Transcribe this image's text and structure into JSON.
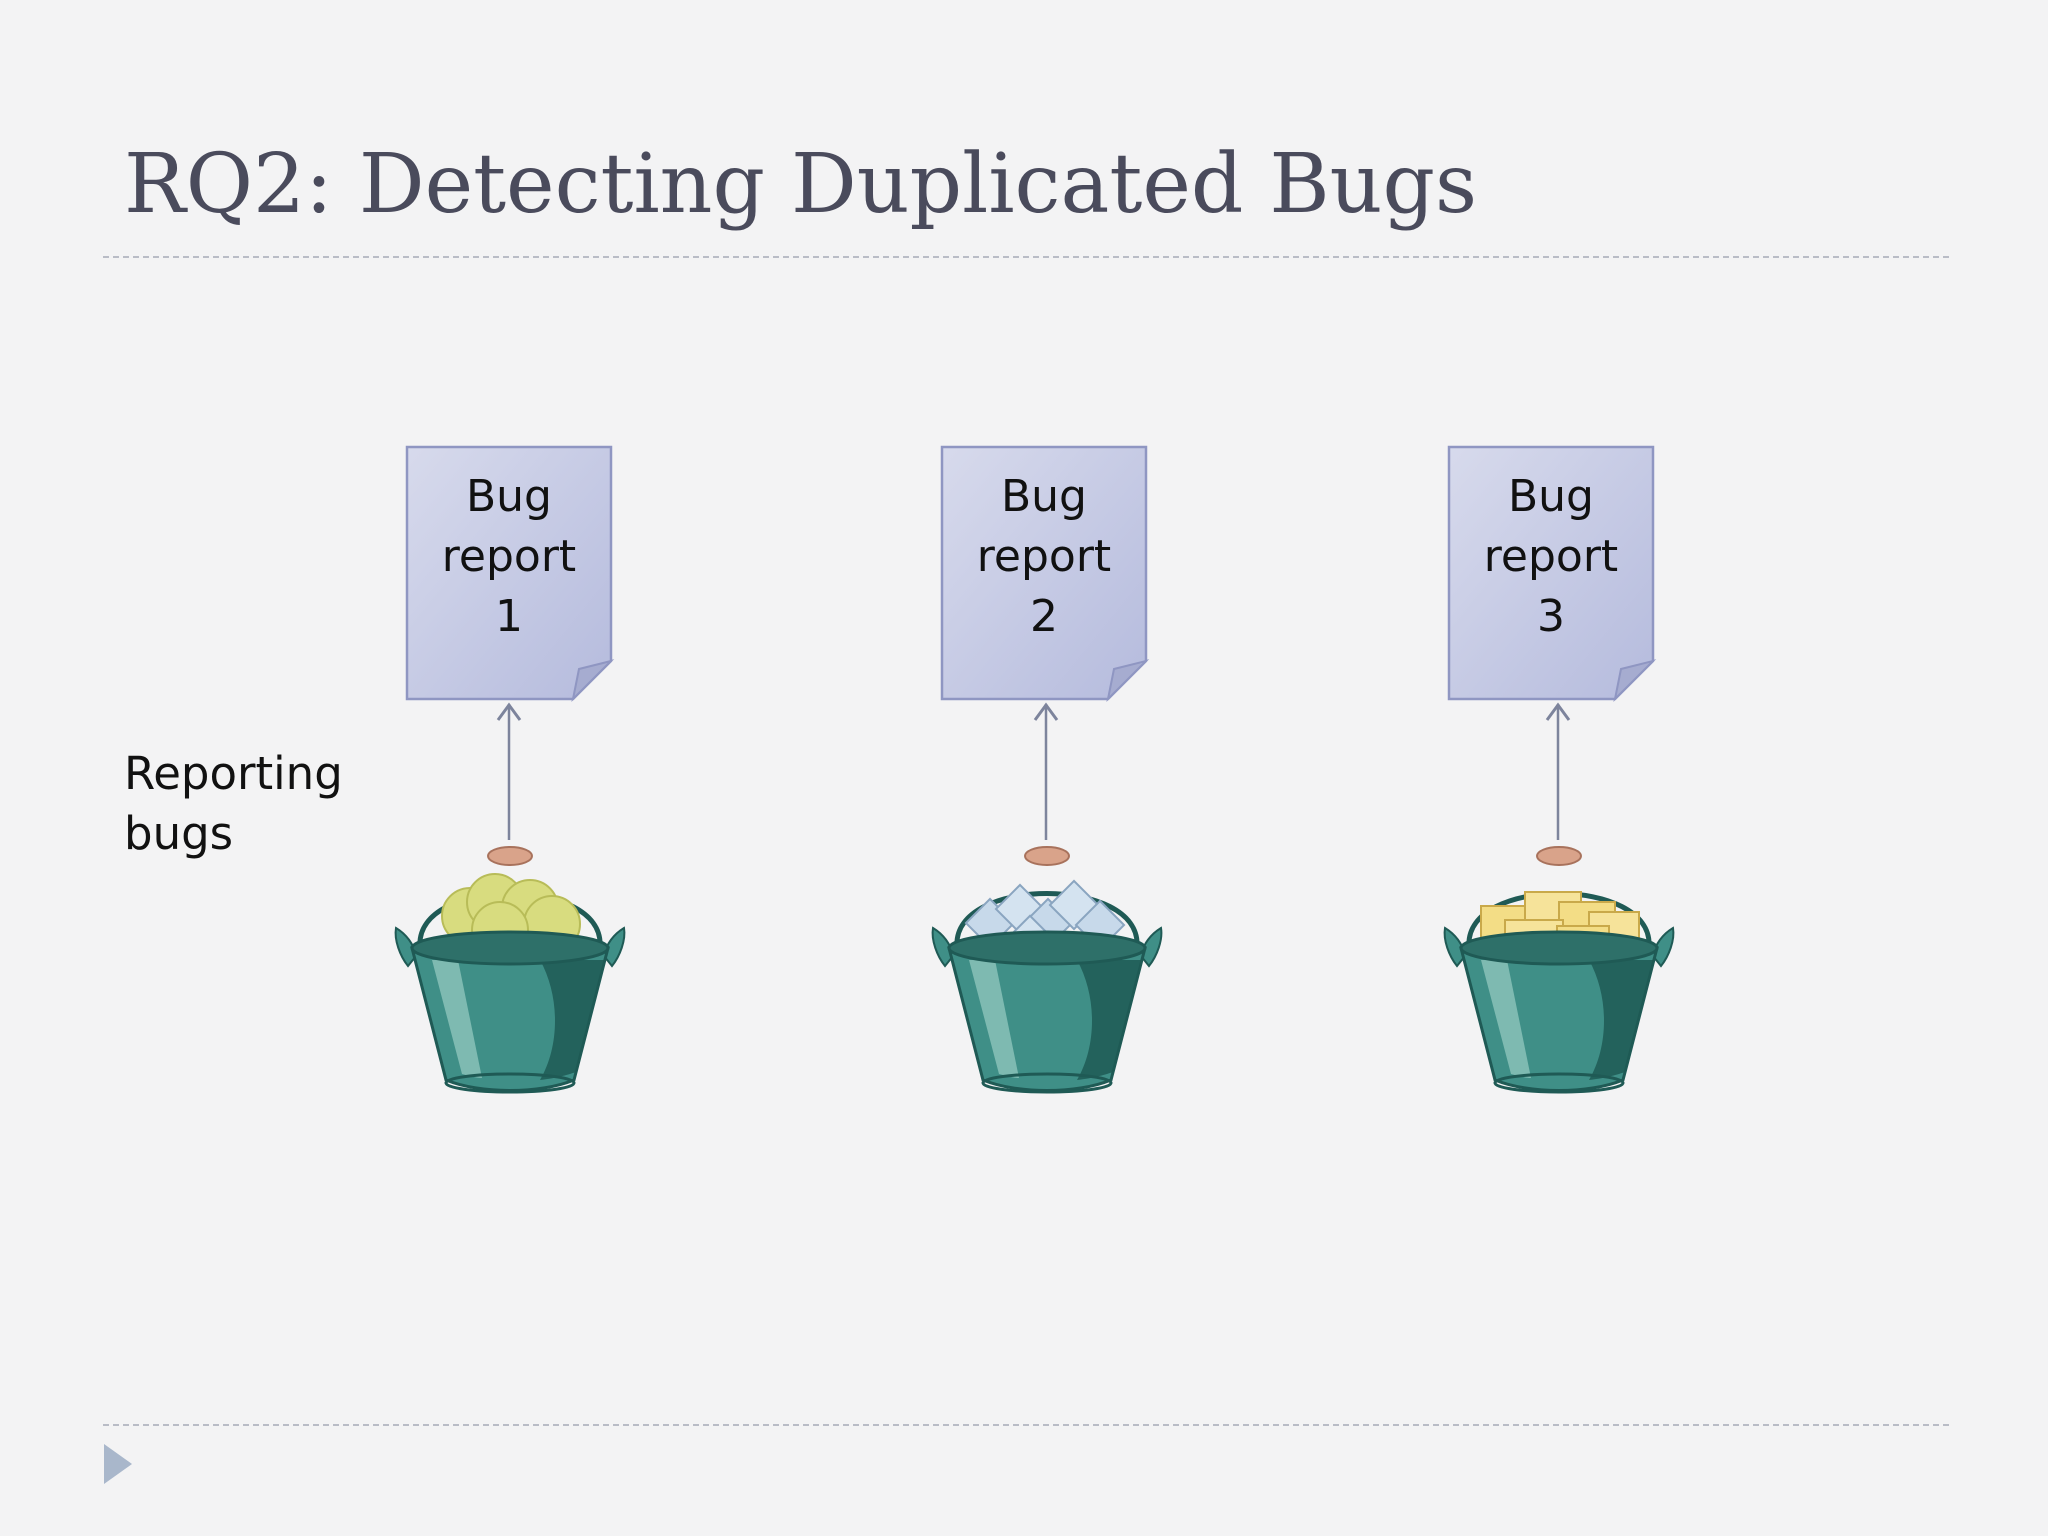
{
  "slide": {
    "title": "RQ2: Detecting Duplicated Bugs",
    "side_label_lines": [
      "Reporting",
      "bugs"
    ]
  },
  "reports": [
    {
      "lines": [
        "Bug",
        "report",
        "1"
      ],
      "bucket_contents": "tennis-balls"
    },
    {
      "lines": [
        "Bug",
        "report",
        "2"
      ],
      "bucket_contents": "ice-cubes"
    },
    {
      "lines": [
        "Bug",
        "report",
        "3"
      ],
      "bucket_contents": "butter-blocks"
    }
  ],
  "colors": {
    "title": "#4a4b5c",
    "document_fill": "#c3c8e2",
    "document_border": "#8f96c2",
    "arrow": "#7d849c",
    "bucket_body": "#3f8f87",
    "bucket_dark": "#1f5a55",
    "ball_fill": "#d8dc7f",
    "ice_fill": "#c7d9ea",
    "butter_fill": "#f3dd86",
    "bullet": "#a9b7cb"
  },
  "icons": {
    "bullet": "triangle-bullet-icon"
  }
}
